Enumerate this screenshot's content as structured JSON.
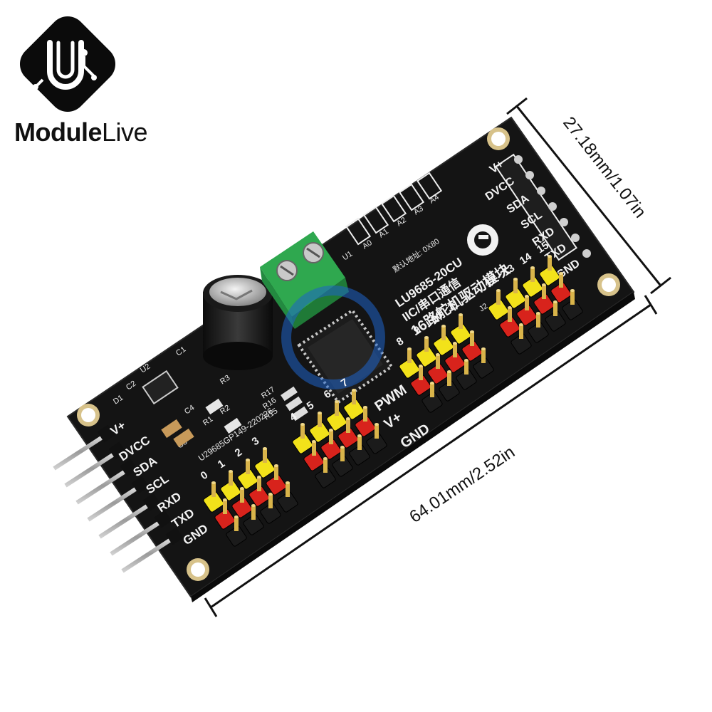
{
  "brand": {
    "name_bold": "Module",
    "name_light": "Live"
  },
  "dimensions": {
    "width_label": "27.18mm/1.07in",
    "length_label": "64.01mm/2.52in"
  },
  "board": {
    "header_pins_left": [
      "V+",
      "DVCC",
      "SDA",
      "SCL",
      "RXD",
      "TXD",
      "GND"
    ],
    "header_pins_right": [
      "V+",
      "DVCC",
      "SDA",
      "SCL",
      "RXD",
      "TXD",
      "GND"
    ],
    "servo_channel_numbers": [
      "0",
      "1",
      "2",
      "3",
      "4",
      "5",
      "6",
      "7",
      "8",
      "9",
      "10",
      "11",
      "12",
      "13",
      "14",
      "15"
    ],
    "title_line1": "LU9685-20CU",
    "title_line2": "IIC/串口通信",
    "title_line3": "16路舵机驱动模块",
    "pwm_label": "PWM",
    "vplus_label": "V+",
    "gnd_label": "GND",
    "address_label": "默认地址: 0X80",
    "batch_code": "U29685GP149-220226",
    "component_labels": [
      "U2",
      "C1",
      "C2",
      "C3",
      "C4",
      "D1",
      "R1",
      "R2",
      "R3",
      "R15",
      "R16",
      "R17",
      "U1",
      "A0",
      "A1",
      "A2",
      "A3",
      "A4",
      "J2"
    ],
    "colors": {
      "pcb": "#141414",
      "terminal": "#2fa84f",
      "header_yellow": "#f2e21a",
      "header_red": "#d8231c",
      "header_black": "#1b1b1b",
      "pin_gold": "#d9b44a"
    }
  }
}
